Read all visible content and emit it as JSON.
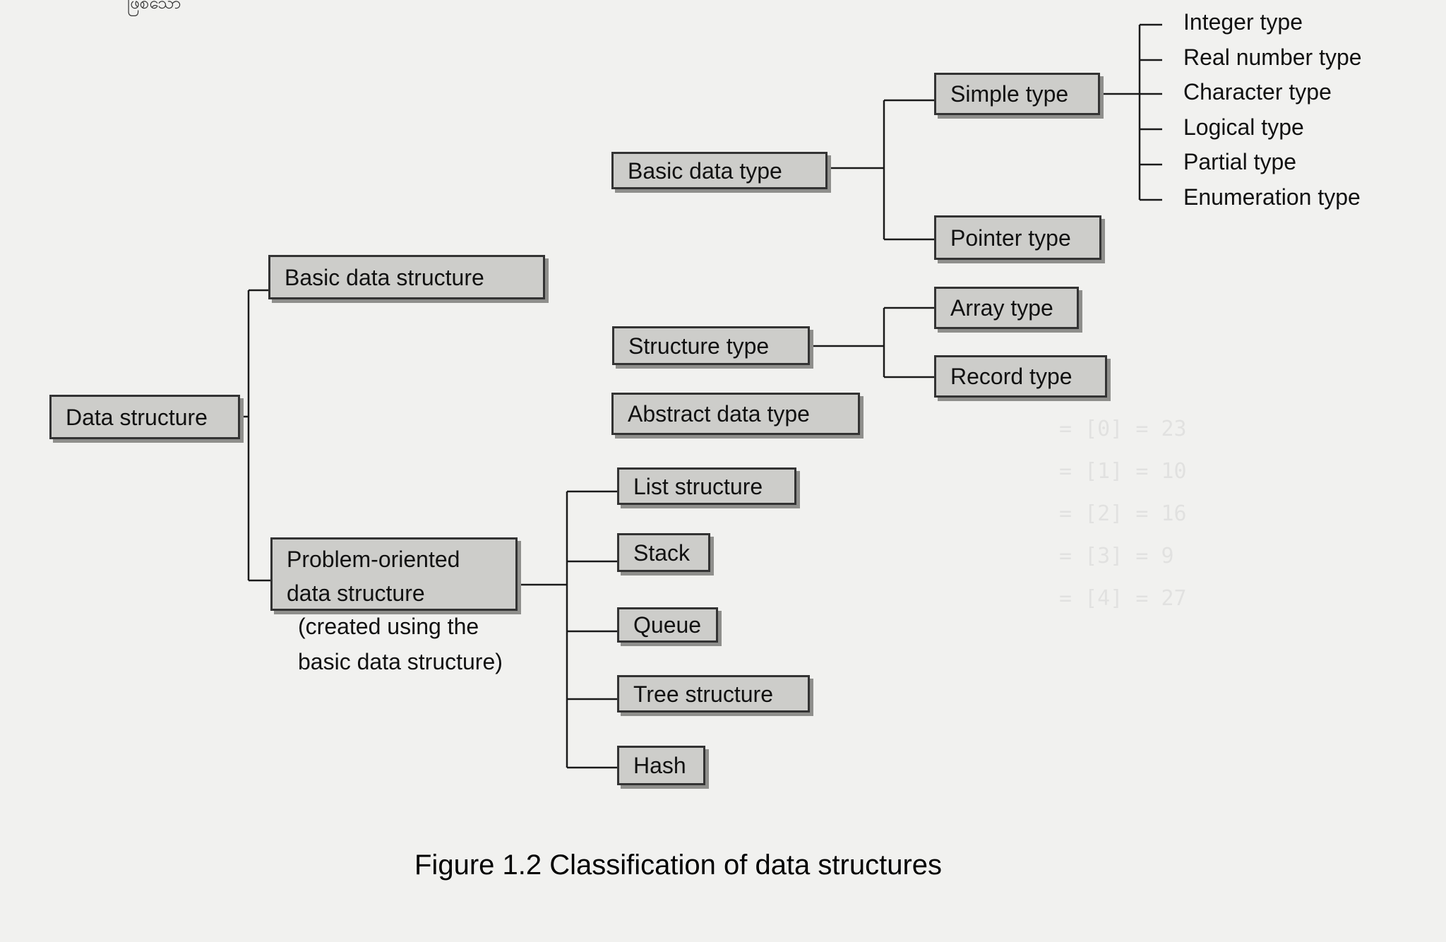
{
  "corner_fragment": "ဖြစ်သော",
  "diagram": {
    "root": "Data structure",
    "basic_data_structure": "Basic data structure",
    "problem_oriented": {
      "line1": "Problem-oriented",
      "line2": "data structure",
      "note1": "(created using the",
      "note2": "basic data structure)"
    },
    "basic_data_type": "Basic data type",
    "simple_type": "Simple type",
    "pointer_type": "Pointer type",
    "simple_subtypes": [
      "Integer type",
      "Real number type",
      "Character type",
      "Logical type",
      "Partial type",
      "Enumeration type"
    ],
    "structure_type": "Structure type",
    "array_type": "Array type",
    "record_type": "Record type",
    "abstract_data_type": "Abstract data type",
    "problem_children": [
      "List structure",
      "Stack",
      "Queue",
      "Tree structure",
      "Hash"
    ]
  },
  "caption": "Figure 1.2 Classification of data structures"
}
